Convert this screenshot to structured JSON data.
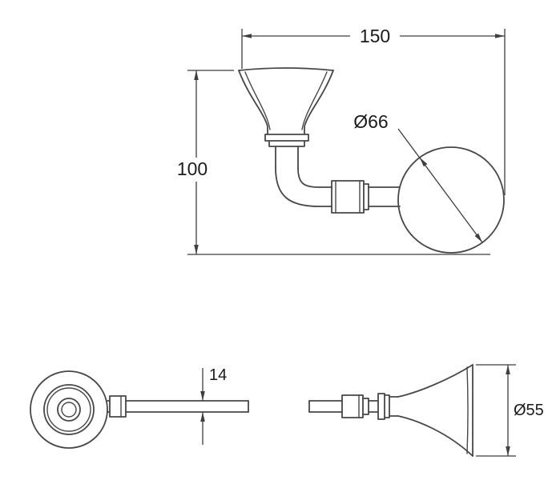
{
  "canvas": {
    "background": "#ffffff",
    "line_color": "#474747",
    "dimension_color": "#3f3f3f",
    "text_color": "#1b1b1b"
  },
  "dimensions": {
    "top_width": "150",
    "left_height": "100",
    "ring_diameter": "Ø66",
    "arm_thickness": "14",
    "bell_diameter": "Ø55"
  }
}
